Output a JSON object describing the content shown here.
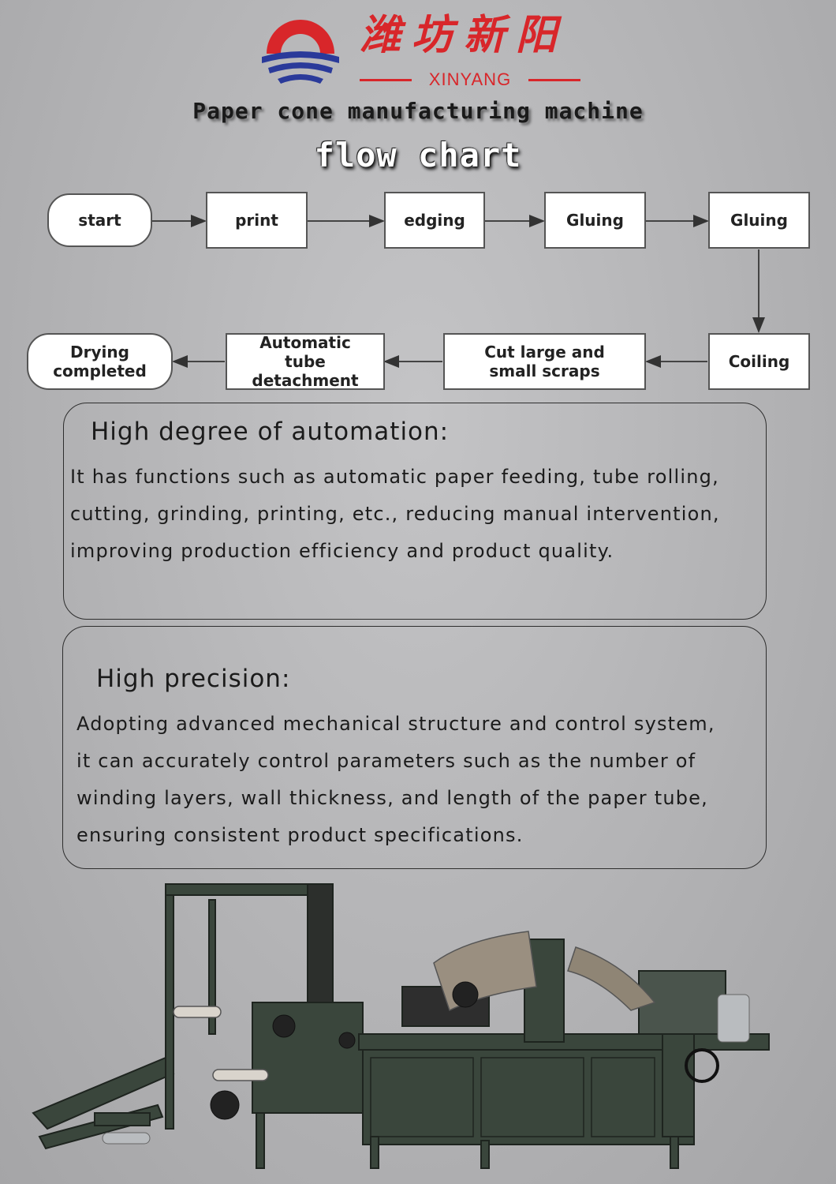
{
  "brand": {
    "name_cn": "潍坊新阳",
    "name_en": "XINYANG",
    "colors": {
      "red": "#d8262a",
      "blue": "#2a3a9a"
    }
  },
  "titles": {
    "main": "Paper cone manufacturing machine",
    "sub": "flow chart"
  },
  "flow": {
    "nodes": [
      {
        "id": "start",
        "label": "start"
      },
      {
        "id": "print",
        "label": "print"
      },
      {
        "id": "edging",
        "label": "edging"
      },
      {
        "id": "gluing1",
        "label": "Gluing"
      },
      {
        "id": "gluing2",
        "label": "Gluing"
      },
      {
        "id": "coiling",
        "label": "Coiling"
      },
      {
        "id": "cut",
        "label": "Cut large and small scraps"
      },
      {
        "id": "detach",
        "label": "Automatic tube detachment"
      },
      {
        "id": "drying",
        "label": "Drying completed"
      }
    ],
    "edges": [
      [
        "start",
        "print"
      ],
      [
        "print",
        "edging"
      ],
      [
        "edging",
        "gluing1"
      ],
      [
        "gluing1",
        "gluing2"
      ],
      [
        "gluing2",
        "coiling"
      ],
      [
        "coiling",
        "cut"
      ],
      [
        "cut",
        "detach"
      ],
      [
        "detach",
        "drying"
      ]
    ]
  },
  "features": [
    {
      "title": "High degree of automation:",
      "lines": [
        "It has functions such as automatic paper feeding, tube rolling,",
        "cutting, grinding, printing, etc., reducing manual intervention,",
        "improving production efficiency and product quality."
      ]
    },
    {
      "title": "High precision:",
      "lines": [
        "Adopting advanced mechanical structure and control system,",
        "it can accurately control parameters such as the number of",
        "winding layers, wall thickness, and length of the paper tube,",
        "ensuring consistent product specifications."
      ]
    }
  ],
  "machine": {
    "color": "#3a463c"
  }
}
